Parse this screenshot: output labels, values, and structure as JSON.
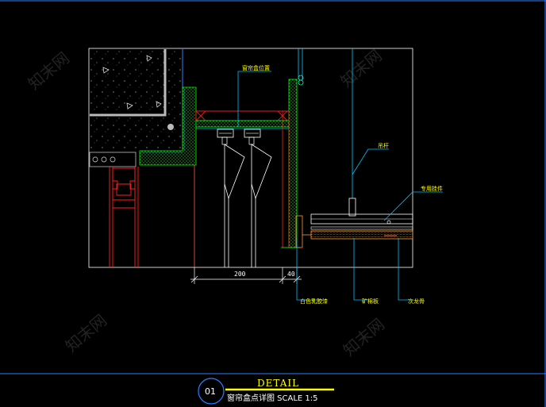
{
  "labels": {
    "curtain_box_position": "窗帘盒位置",
    "hanger_rod": "吊杆",
    "special_fitting": "专用挂件",
    "white_latex_paint": "白色乳胶漆",
    "mineral_wool_board": "矿棉板",
    "secondary_keel": "次龙骨"
  },
  "dimensions": {
    "width_200": "200",
    "width_40": "40"
  },
  "title_block": {
    "number": "01",
    "heading": "DETAIL",
    "subtitle": "窗帘盒点详图 SCALE 1:5"
  },
  "watermark": "知末网",
  "colors": {
    "background": "#000000",
    "frame": "#2a7fff",
    "label": "#ffff00",
    "leader": "#00bfff",
    "green": "#00ff00",
    "red": "#ff2020",
    "white": "#ffffff"
  }
}
